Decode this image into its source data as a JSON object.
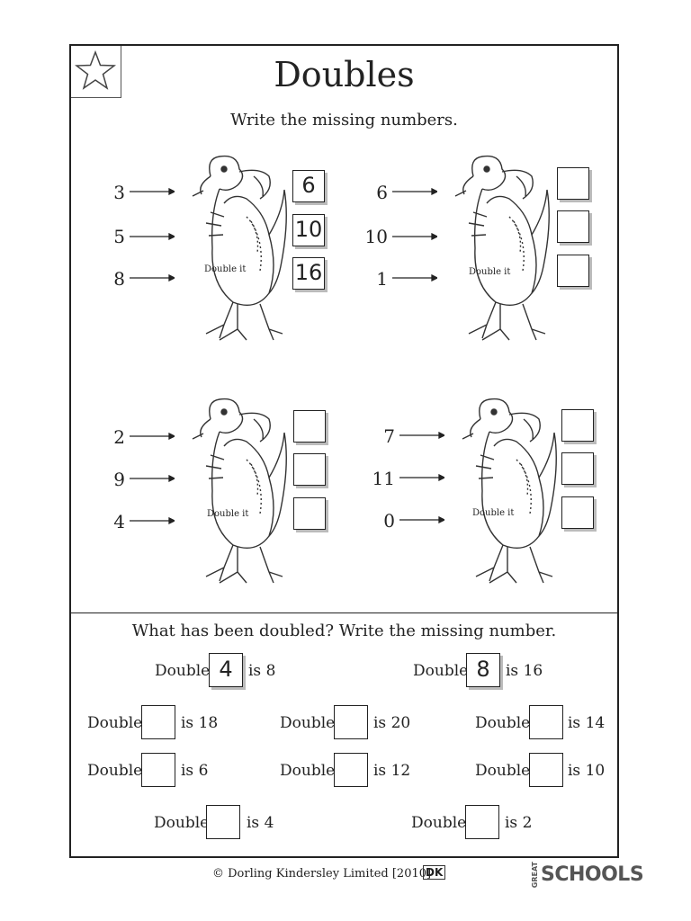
{
  "worksheet": {
    "title": "Doubles",
    "subtitle": "Write the missing numbers.",
    "dragon_label": "Double it",
    "groups": [
      {
        "inputs": [
          "3",
          "5",
          "8"
        ],
        "answers": [
          "6",
          "10",
          "16"
        ]
      },
      {
        "inputs": [
          "6",
          "10",
          "1"
        ],
        "answers": [
          "",
          "",
          ""
        ]
      },
      {
        "inputs": [
          "2",
          "9",
          "4"
        ],
        "answers": [
          "",
          "",
          ""
        ]
      },
      {
        "inputs": [
          "7",
          "11",
          "0"
        ],
        "answers": [
          "",
          "",
          ""
        ]
      }
    ]
  },
  "section2": {
    "heading": "What has been doubled? Write the missing number.",
    "word": "Double",
    "items": [
      {
        "answer": "4",
        "result": "is 8"
      },
      {
        "answer": "8",
        "result": "is 16"
      },
      {
        "answer": "",
        "result": "is 18"
      },
      {
        "answer": "",
        "result": "is 20"
      },
      {
        "answer": "",
        "result": "is 14"
      },
      {
        "answer": "",
        "result": "is 6"
      },
      {
        "answer": "",
        "result": "is 12"
      },
      {
        "answer": "",
        "result": "is 10"
      },
      {
        "answer": "",
        "result": "is 4"
      },
      {
        "answer": "",
        "result": "is 2"
      }
    ]
  },
  "footer": {
    "copyright": "© Dorling Kindersley Limited [2010]",
    "dk_logo": "DK",
    "brand_small": "GREAT",
    "brand": "SCHOOLS"
  }
}
